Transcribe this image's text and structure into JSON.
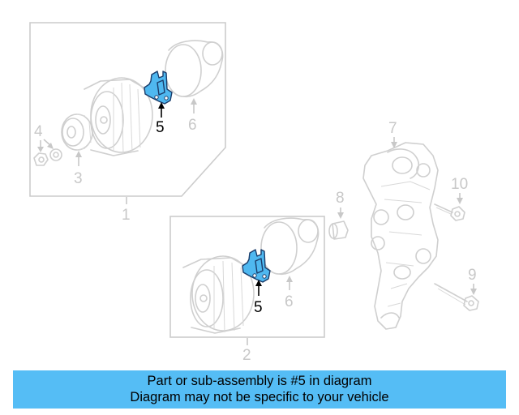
{
  "diagram": {
    "callouts": {
      "c1": "1",
      "c2": "2",
      "c3": "3",
      "c4": "4",
      "c5a": "5",
      "c5b": "5",
      "c6a": "6",
      "c6b": "6",
      "c7": "7",
      "c8": "8",
      "c9": "9",
      "c10": "10"
    },
    "highlight_part": "5",
    "colors": {
      "highlight_fill": "#4fb8f0",
      "highlight_outline": "#1b3d6b",
      "ghost_line": "#cfcfcf",
      "banner_bg": "#55bdf5"
    }
  },
  "banner": {
    "line1": "Part or sub-assembly is #5 in diagram",
    "line2": "Diagram may not be specific to your vehicle"
  }
}
